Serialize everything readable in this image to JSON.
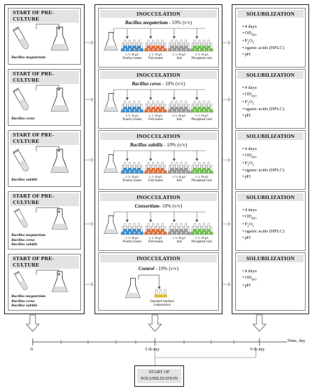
{
  "preculture": {
    "header": "START OF PRE-CULTURE",
    "panels": [
      {
        "species": [
          "Bacillus megaterium"
        ]
      },
      {
        "species": [
          "Bacillus cerus"
        ]
      },
      {
        "species": [
          "Bacillus subtilis"
        ]
      },
      {
        "species": [
          "Bacillus megaterium",
          "Bacillus cerus",
          "Bacillus subtilis"
        ]
      },
      {
        "species": [
          "Bacillus megaterium",
          "Bacillus cerus",
          "Bacillus subtilis"
        ]
      }
    ]
  },
  "inoculation": {
    "header": "INOCCULATION",
    "panels": [
      {
        "organism": "Bacillus megaterium",
        "pct": " - 10% (v/v)"
      },
      {
        "organism": "Bacillus cerus",
        "pct": " - 10% (v/v)"
      },
      {
        "organism": "Bacillus subtilis",
        "pct": " - 10% (v/v)"
      },
      {
        "organism": "Consortium",
        "pct": "- 10% (v/v)"
      },
      {
        "organism": "Control",
        "pct": " - 10% (v/v)"
      }
    ],
    "conc_label": "1; 5; 30 g/L",
    "sources": [
      "Poultry bones",
      "Fish bones",
      "Ash",
      "Phosphate rock"
    ],
    "control_label": "Standard medium composition"
  },
  "solubilization": {
    "header": "SOLUBILIZATION",
    "items_full": [
      "4 days",
      "OD600",
      "P2O5",
      "oganic acids (HPLC)",
      "pH"
    ],
    "items_control": [
      "4 days",
      "OD600",
      "pH"
    ]
  },
  "timeline": {
    "unit_label": "Time, day",
    "ticks": [
      {
        "label": "0"
      },
      {
        "label": "5 th day"
      },
      {
        "label": "9 th day"
      }
    ]
  },
  "start_box": "START OF SOLUBILIZATION",
  "colors": {
    "poultry": "#3a8fd1",
    "fish": "#e3703b",
    "ash": "#9c9c9c",
    "rock": "#6fc24f",
    "control": "#e0c21c"
  }
}
